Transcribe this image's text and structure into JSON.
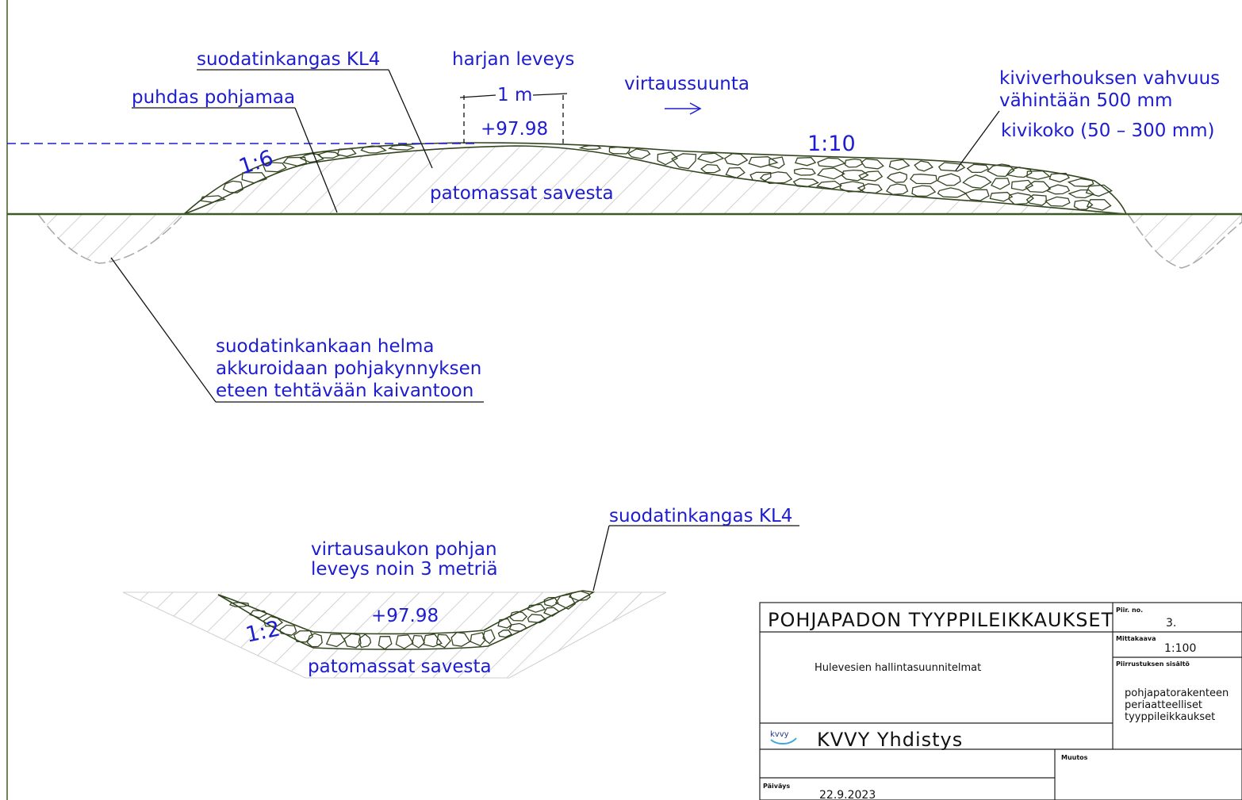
{
  "labels": {
    "filter_fabric_top": "suodatinkangas KL4",
    "crest_width_title": "harjan leveys",
    "crest_width_dim": "1 m",
    "flow_direction": "virtaussuunta",
    "clean_subsoil": "puhdas pohjamaa",
    "crest_level_top": "+97.98",
    "slope_upstream": "1:6",
    "slope_downstream": "1:10",
    "riprap_thickness_1": "kiviverhouksen vahvuus",
    "riprap_thickness_2": "vähintään 500 mm",
    "stone_size": "kivikoko (50 – 300 mm)",
    "dam_fill_top": "patomassat savesta",
    "hem_1": "suodatinkankaan helma",
    "hem_2": "akkuroidaan pohjakynnyksen",
    "hem_3": "eteen tehtävään kaivantoon",
    "filter_fabric_bottom": "suodatinkangas KL4",
    "opening_1": "virtausaukon pohjan",
    "opening_2": "leveys noin 3 metriä",
    "crest_level_bottom": "+97.98",
    "slope_bottom": "1:2",
    "dam_fill_bottom": "patomassat savesta"
  },
  "title_block": {
    "title": "POHJAPADON TYYPPILEIKKAUKSET",
    "drawing_no_label": "Piir. no.",
    "drawing_no": "3.",
    "scale_label": "Mittakaava",
    "scale": "1:100",
    "contents_label": "Piirrustuksen sisältö",
    "project": "Hulevesien hallintasuunnitelmat",
    "contents_1": "pohjapatorakenteen",
    "contents_2": "periaatteelliset",
    "contents_3": "tyyppileikkaukset",
    "logo_text": "kvvy",
    "organization": "KVVY Yhdistys",
    "revision_label": "Muutos",
    "date_label": "Päiväys",
    "date": "22.9.2023"
  },
  "colors": {
    "annotation": "#1d1dcf",
    "ground_line": "#3c5a24",
    "stone_outline": "#33451f",
    "hatch": "#b8b8b8"
  }
}
